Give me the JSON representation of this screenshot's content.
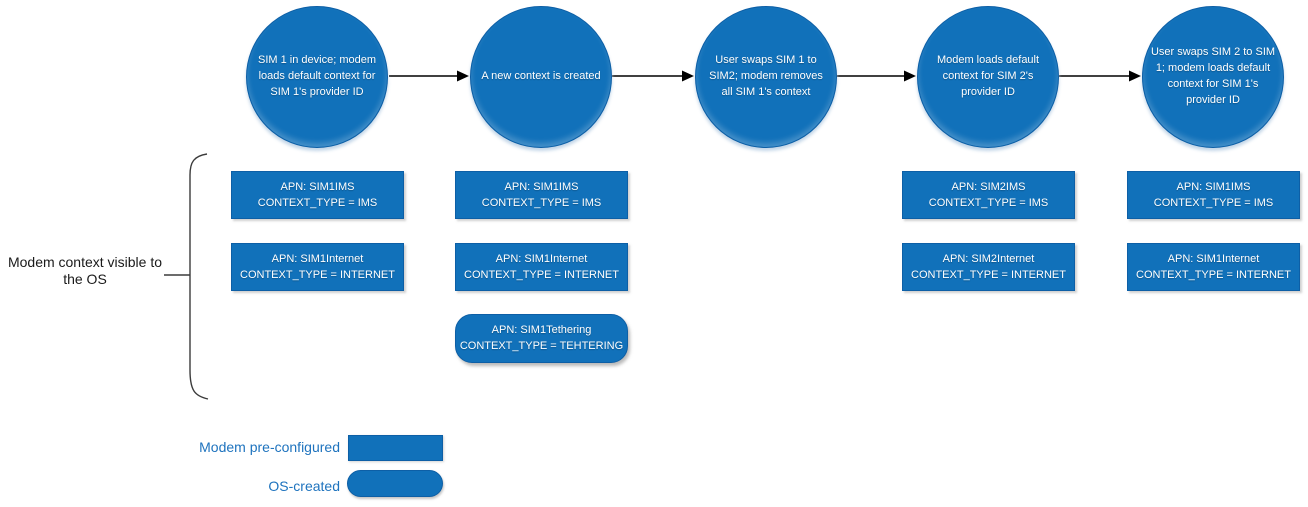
{
  "colors": {
    "shape_fill": "#1171BA",
    "shape_border": "#0D5FA6",
    "shape_text": "#FFFFFF",
    "legend_text": "#1E73BE",
    "connector": "#000000",
    "brace_stroke": "#3B3B3B",
    "background": "#FFFFFF"
  },
  "stages": [
    {
      "circle_label": "SIM 1 in device; modem loads default context for SIM 1's provider ID",
      "contexts": [
        {
          "line1": "APN: SIM1IMS",
          "line2": "CONTEXT_TYPE = IMS",
          "origin": "modem-pre-configured"
        },
        {
          "line1": "APN: SIM1Internet",
          "line2": "CONTEXT_TYPE = INTERNET",
          "origin": "modem-pre-configured"
        }
      ]
    },
    {
      "circle_label": "A new context is created",
      "contexts": [
        {
          "line1": "APN: SIM1IMS",
          "line2": "CONTEXT_TYPE = IMS",
          "origin": "modem-pre-configured"
        },
        {
          "line1": "APN: SIM1Internet",
          "line2": "CONTEXT_TYPE = INTERNET",
          "origin": "modem-pre-configured"
        },
        {
          "line1": "APN: SIM1Tethering",
          "line2": "CONTEXT_TYPE = TEHTERING",
          "origin": "os-created"
        }
      ]
    },
    {
      "circle_label": "User swaps SIM 1 to SIM2; modem removes all SIM 1's context",
      "contexts": []
    },
    {
      "circle_label": "Modem loads default context for SIM 2's provider ID",
      "contexts": [
        {
          "line1": "APN: SIM2IMS",
          "line2": "CONTEXT_TYPE = IMS",
          "origin": "modem-pre-configured"
        },
        {
          "line1": "APN: SIM2Internet",
          "line2": "CONTEXT_TYPE = INTERNET",
          "origin": "modem-pre-configured"
        }
      ]
    },
    {
      "circle_label": "User swaps SIM 2 to SIM 1; modem loads default context for SIM 1's provider ID",
      "contexts": [
        {
          "line1": "APN: SIM1IMS",
          "line2": "CONTEXT_TYPE = IMS",
          "origin": "modem-pre-configured"
        },
        {
          "line1": "APN: SIM1Internet",
          "line2": "CONTEXT_TYPE = INTERNET",
          "origin": "modem-pre-configured"
        }
      ]
    }
  ],
  "brace_label": "Modem context visible to the OS",
  "legend": {
    "items": [
      {
        "label": "Modem pre-configured",
        "swatch": "rectangle"
      },
      {
        "label": "OS-created",
        "swatch": "pill"
      }
    ]
  }
}
